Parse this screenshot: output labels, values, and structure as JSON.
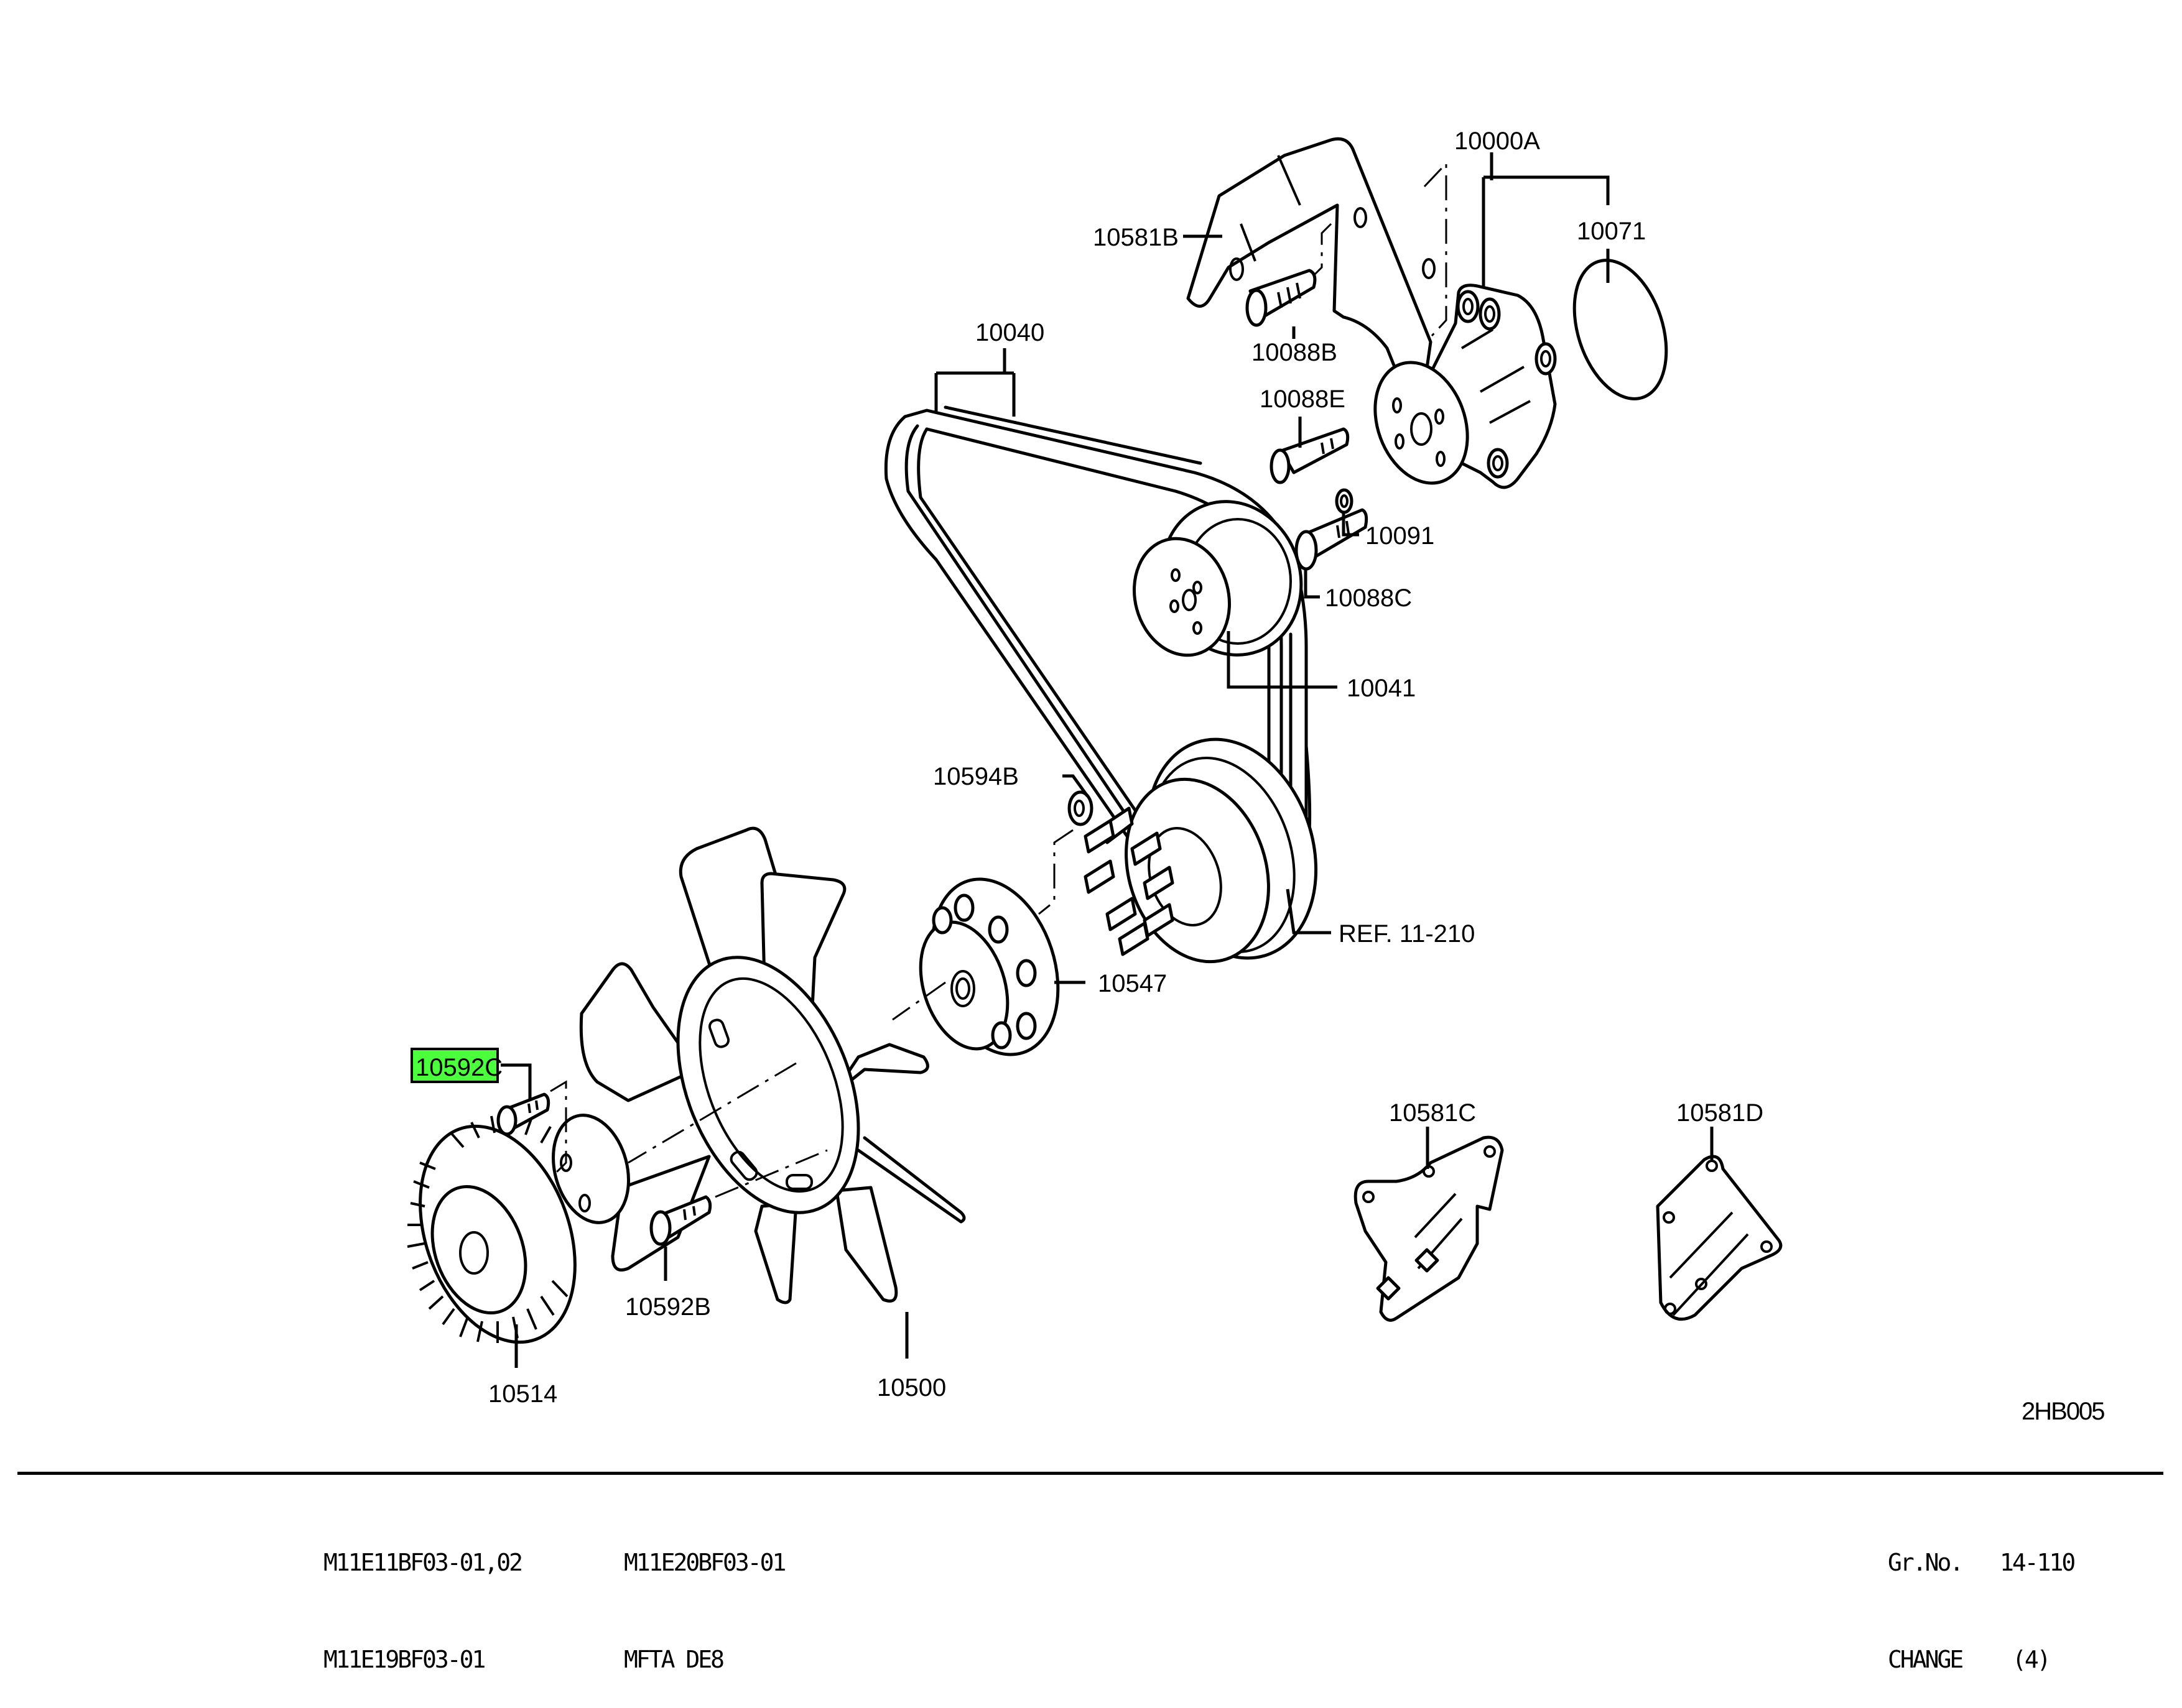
{
  "diagram": {
    "type": "exploded-parts-diagram",
    "subject": "Fan, fan clutch, V-belt and water pump assembly",
    "highlight_color": "#4cff3c",
    "highlighted_part": "10592C",
    "diagram_code": "2HB005",
    "callouts": [
      {
        "id": "10000A",
        "label": "10000A",
        "part": "water-pump-assembly"
      },
      {
        "id": "10071",
        "label": "10071",
        "part": "water-pump-gasket"
      },
      {
        "id": "10581B",
        "label": "10581B",
        "part": "bracket-upper"
      },
      {
        "id": "10088B",
        "label": "10088B",
        "part": "bolt"
      },
      {
        "id": "10040",
        "label": "10040",
        "part": "v-belt"
      },
      {
        "id": "10088E",
        "label": "10088E",
        "part": "bolt"
      },
      {
        "id": "10091",
        "label": "10091",
        "part": "washer"
      },
      {
        "id": "10088C",
        "label": "10088C",
        "part": "bolt"
      },
      {
        "id": "10041",
        "label": "10041",
        "part": "water-pump-pulley"
      },
      {
        "id": "10594B",
        "label": "10594B",
        "part": "nut"
      },
      {
        "id": "REF",
        "label": "REF. 11-210",
        "part": "crank-pulley-reference"
      },
      {
        "id": "10547",
        "label": "10547",
        "part": "fan-coupling-spacer"
      },
      {
        "id": "10592C",
        "label": "10592C",
        "part": "bolt",
        "highlighted": true
      },
      {
        "id": "10592B",
        "label": "10592B",
        "part": "bolt"
      },
      {
        "id": "10514",
        "label": "10514",
        "part": "fan-clutch"
      },
      {
        "id": "10500",
        "label": "10500",
        "part": "cooling-fan"
      },
      {
        "id": "10581C",
        "label": "10581C",
        "part": "bracket"
      },
      {
        "id": "10581D",
        "label": "10581D",
        "part": "bracket"
      }
    ]
  },
  "footer": {
    "models_col1": [
      "M11E11BF03-01,02",
      "M11E19BF03-01"
    ],
    "models_col2": [
      "M11E20BF03-01",
      "MFTA DE8"
    ],
    "group_label": "Gr.No.",
    "group_value": "14-110",
    "change_label": "CHANGE",
    "change_value": "(4)"
  }
}
